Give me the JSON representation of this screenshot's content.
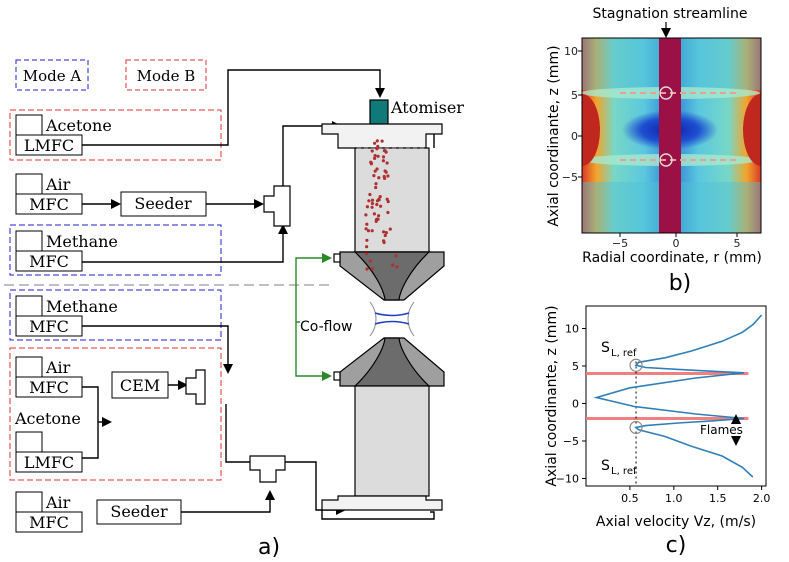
{
  "schematic": {
    "legend": {
      "mode_a": "Mode A",
      "mode_b": "Mode B",
      "mode_a_color": "#1f1fd6",
      "mode_b_color": "#e03030"
    },
    "units": {
      "acetone_top": {
        "name": "Acetone",
        "controller": "LMFC"
      },
      "air_top": {
        "name": "Air",
        "controller": "MFC",
        "seeder": "Seeder"
      },
      "methane_top": {
        "name": "Methane",
        "controller": "MFC"
      },
      "methane_bottom": {
        "name": "Methane",
        "controller": "MFC"
      },
      "air_mid": {
        "name": "Air",
        "controller": "MFC"
      },
      "acetone_bottom": {
        "name": "Acetone",
        "controller": "LMFC"
      },
      "cem": "CEM",
      "air_bottom": {
        "name": "Air",
        "controller": "MFC",
        "seeder": "Seeder"
      }
    },
    "atomiser": "Atomiser",
    "coflow": "Co-flow",
    "coflow_color": "#2a8a2a",
    "atomiser_color": "#0f7a78",
    "panel_label": "a)"
  },
  "field_plot": {
    "annotation": "Stagnation streamline",
    "xlabel": "Radial coordinate, r (mm)",
    "ylabel": "Axial coordinante, z (mm)",
    "xticks": [
      "−5",
      "0",
      "5"
    ],
    "yticks": [
      "10",
      "5",
      "0",
      "−5"
    ],
    "streamline_color": "#9b1145",
    "panel_label": "b)"
  },
  "chart_data": {
    "type": "line",
    "xlabel": "Axial velocity Vz, (m/s)",
    "ylabel": "Axial coordinante, z (mm)",
    "xlim": [
      0,
      2.05
    ],
    "ylim": [
      -11,
      13
    ],
    "xticks": [
      "0.5",
      "1.0",
      "1.5",
      "2.0"
    ],
    "yticks": [
      "10",
      "5",
      "0",
      "−5",
      "−10"
    ],
    "series": [
      {
        "color": "#2f7fb8",
        "x": [
          2.0,
          1.9,
          1.78,
          1.55,
          1.2,
          0.9,
          0.6,
          0.57,
          0.68,
          1.05,
          1.45,
          1.8,
          1.25,
          0.5,
          0.12,
          0.55,
          1.25,
          1.8,
          1.45,
          1.05,
          0.68,
          0.57,
          0.6,
          0.9,
          1.2,
          1.55,
          1.78,
          1.9
        ],
        "y": [
          11.8,
          10.5,
          9.5,
          8.3,
          7.0,
          6.1,
          5.5,
          5.1,
          4.8,
          4.55,
          4.3,
          4.1,
          3.4,
          2.1,
          0.8,
          -0.4,
          -1.4,
          -2.0,
          -2.3,
          -2.6,
          -2.95,
          -3.2,
          -3.5,
          -4.4,
          -5.7,
          -7.0,
          -8.5,
          -9.8
        ]
      }
    ],
    "flames": [
      4.0,
      -2.0
    ],
    "flame_color": "#f08080",
    "sl_ref_velocity": 0.57,
    "annotations": {
      "flames": "Flames",
      "sl_ref": "S",
      "sl_ref_sub": "L, ref"
    },
    "panel_label": "c)"
  }
}
